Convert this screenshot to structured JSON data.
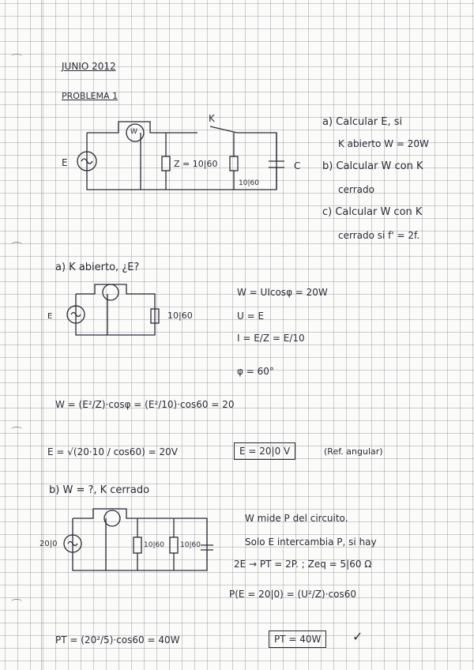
{
  "header": {
    "date": "JUNIO 2012",
    "problem": "PROBLEMA 1"
  },
  "circuit1": {
    "switch_label": "K",
    "source_label": "E",
    "wattmeter": "W",
    "impedance_z": "Z = 10|60",
    "impedance_2": "10|60",
    "capacitor_label": "C"
  },
  "questions": {
    "a1": "a) Calcular E, si",
    "a2": "K abierto W = 20W",
    "b1": "b) Calcular W con K",
    "b2": "cerrado",
    "c1": "c) Calcular W con K",
    "c2": "cerrado si f' = 2f."
  },
  "part_a": {
    "heading": "a) K abierto, ¿E?",
    "circuit_load": "10|60",
    "eq1": "W = UIcosφ = 20W",
    "eq2": "U = E",
    "eq3": "I = E/Z = E/10",
    "eq4": "φ = 60°",
    "eq5": "W = (E²/Z)·cosφ = (E²/10)·cos60 = 20",
    "eq6": "E = √(20·10 / cos60) = 20V",
    "result": "E = 20|0 V",
    "note": "(Ref. angular)"
  },
  "part_b": {
    "heading": "b) W = ?, K cerrado",
    "source": "20|0",
    "load1": "10|60",
    "load2": "10|60",
    "text1": "W mide P del circuito.",
    "text2": "Solo E intercambia P, si hay",
    "text3": "2E → PT = 2P. ; Zeq = 5|60 Ω",
    "eq1": "P(E = 20|0) = (U²/Z)·cos60",
    "eq2": "PT = (20²/5)·cos60 = 40W",
    "result": "PT = 40W"
  }
}
